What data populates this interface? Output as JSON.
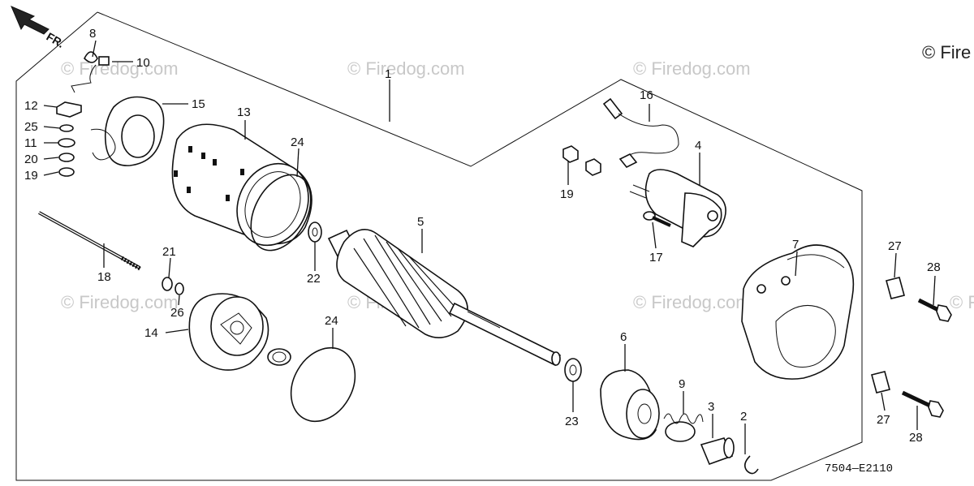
{
  "copyright": "© Fire",
  "diagram_code": "7504—E2110",
  "direction_label": "FR.",
  "watermark": "© Firedog.com",
  "callouts": {
    "c1": "1",
    "c2": "2",
    "c3": "3",
    "c4": "4",
    "c5": "5",
    "c6": "6",
    "c7": "7",
    "c8": "8",
    "c9": "9",
    "c10": "10",
    "c11": "11",
    "c12": "12",
    "c13": "13",
    "c14": "14",
    "c15": "15",
    "c16": "16",
    "c17": "17",
    "c18": "18",
    "c19a": "19",
    "c19b": "19",
    "c20": "20",
    "c21": "21",
    "c22": "22",
    "c23": "23",
    "c24a": "24",
    "c24b": "24",
    "c25": "25",
    "c26": "26",
    "c27a": "27",
    "c27b": "27",
    "c28a": "28",
    "c28b": "28"
  }
}
